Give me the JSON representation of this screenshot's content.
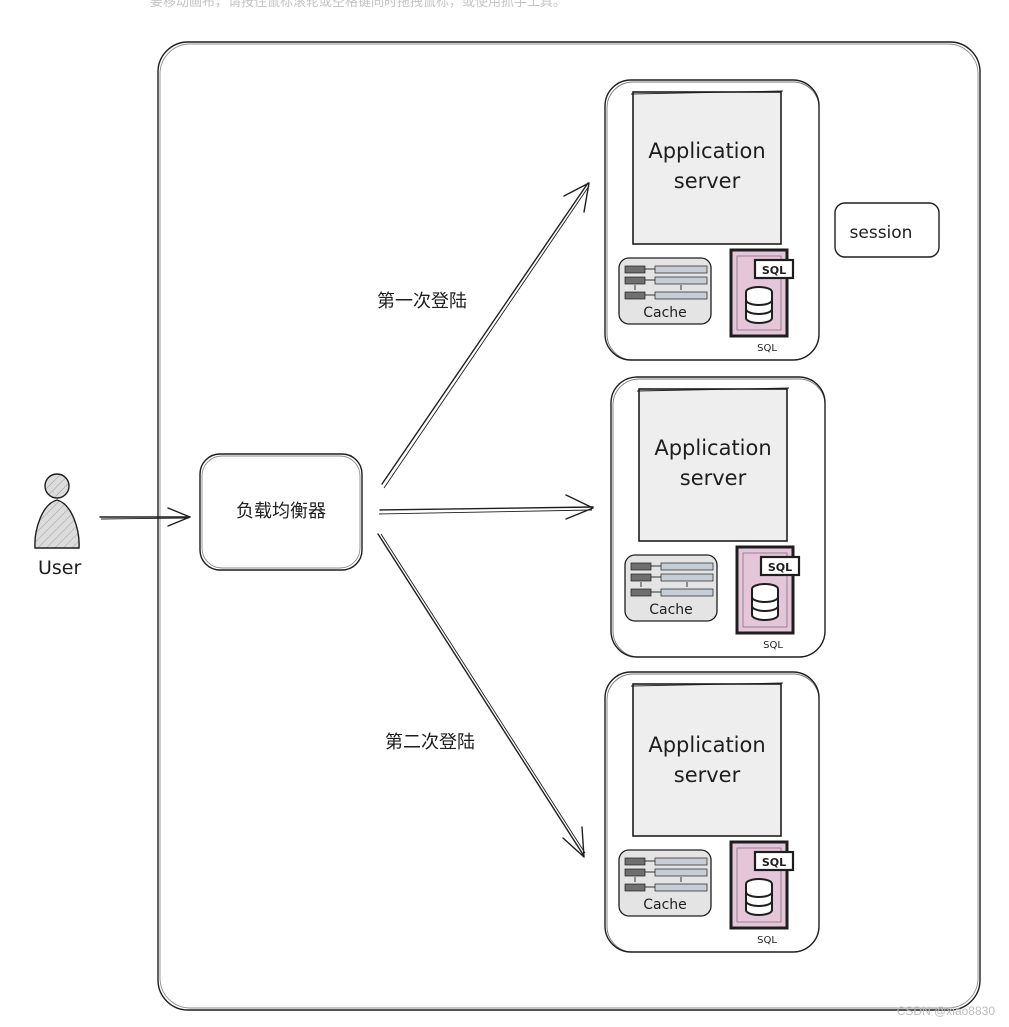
{
  "top_note": "要移动画布，请按住鼠标滚轮或空格键同时拖拽鼠标，或使用抓手工具。",
  "watermark": "CSDN @xiao8830",
  "user_label": "User",
  "load_balancer_label": "负载均衡器",
  "session_label": "session",
  "first_login_label": "第一次登陆",
  "second_login_label": "第二次登陆",
  "servers": [
    {
      "line1": "Application",
      "line2": "server",
      "cache": "Cache",
      "sql_tag": "SQL",
      "sql_caption": "SQL"
    },
    {
      "line1": "Application",
      "line2": "server",
      "cache": "Cache",
      "sql_tag": "SQL",
      "sql_caption": "SQL"
    },
    {
      "line1": "Application",
      "line2": "server",
      "cache": "Cache",
      "sql_tag": "SQL",
      "sql_caption": "SQL"
    }
  ],
  "colors": {
    "stroke": "#1e1e1e",
    "app_fill": "#eeeeee",
    "db_fill": "#e5c6d8",
    "cache_fill": "#e4e4e4",
    "user_fill": "#d0d0d0"
  }
}
